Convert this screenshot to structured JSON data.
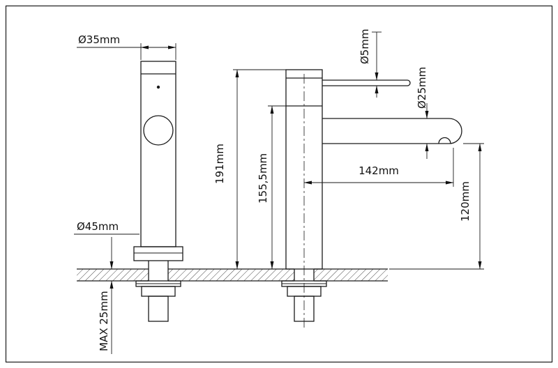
{
  "drawing": {
    "type": "technical-drawing",
    "subject": "single-lever basin faucet, front and side views with installation cross-section",
    "colors": {
      "line": "#1a1a1a",
      "background": "#ffffff"
    },
    "dimensions": {
      "body_diameter": "Ø35mm",
      "flange_diameter": "Ø45mm",
      "total_height": "191mm",
      "height_to_joint": "155,5mm",
      "lever_rod_diameter": "Ø5mm",
      "spout_diameter": "Ø25mm",
      "spout_reach": "142mm",
      "spout_outlet_height": "120mm",
      "max_counter_thickness": "MAX 25mm"
    }
  }
}
